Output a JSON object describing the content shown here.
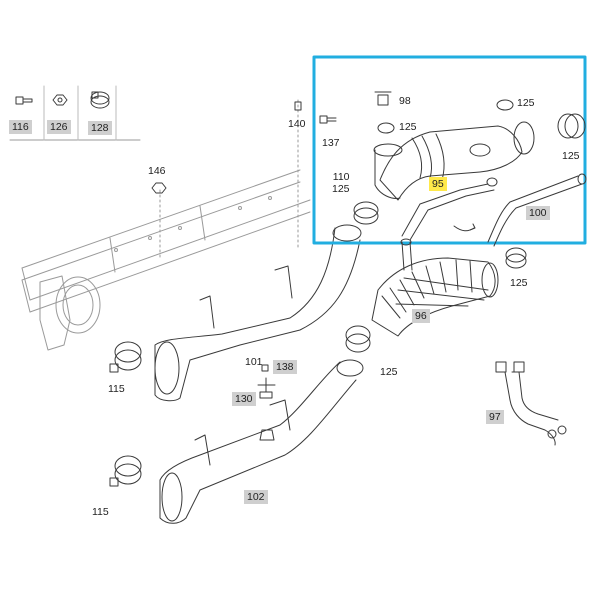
{
  "colors": {
    "frame_highlight": "#21aee0",
    "label_box": "#cfcfcf",
    "label_highlight": "#ffe94a",
    "line": "#3a3a3a"
  },
  "labels": {
    "l116": "116",
    "l126": "126",
    "l128": "128",
    "l140": "140",
    "l146": "146",
    "l98": "98",
    "l125_top": "125",
    "l125_clamp": "125",
    "l125_right": "125",
    "l137": "137",
    "l110": "110",
    "l125_left": "125",
    "l95": "95",
    "l100": "100",
    "l125_mid": "125",
    "l96": "96",
    "l125_low": "125",
    "l101": "101",
    "l138": "138",
    "l130": "130",
    "l115_a": "115",
    "l97": "97",
    "l102": "102",
    "l115_b": "115"
  }
}
